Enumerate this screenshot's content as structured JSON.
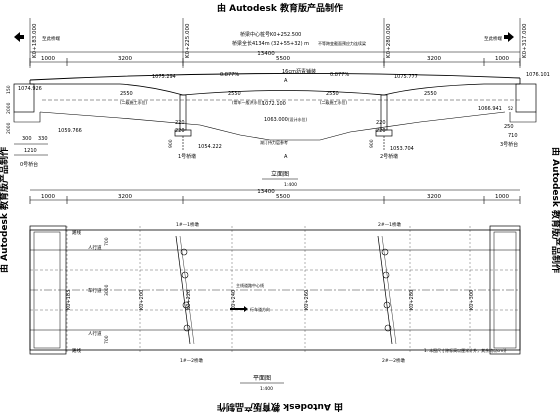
{
  "watermark": {
    "top": "由 Autodesk 教育版产品制作",
    "bottom": "由 Autodesk 教育版产品制作",
    "left": "由 Autodesk 教育版产品制作",
    "right": "由 Autodesk 教育版产品制作"
  },
  "elevation": {
    "top_dims": [
      "1000",
      "3200",
      "5500",
      "3200",
      "1000"
    ],
    "total_span": "13400",
    "center_chainage": "桥梁中心桩号K0+252.500",
    "bridge_spec": "桥梁全长4134m  (32+55+32) m",
    "beam_note": "不等跨变截面预应力连续梁",
    "stake_start": "K0+183.000",
    "stake_pier1": "K0+225.000",
    "stake_pier2": "K0+280.000",
    "stake_end": "K0+317.000",
    "to_left": "至此桥端",
    "to_right": "至此桥端",
    "slope_left": "0.877%",
    "slope_right": "0.877%",
    "span_note": "16cm沥青铺装",
    "deck_left_elev": "1074.926",
    "pier1_top_elev": "1075.294",
    "pier2_top_elev": "1075.777",
    "deck_right_elev": "1076.101",
    "mid_label_1": "(二级施工水位)",
    "mid_label_2": "(常年一般洪水位)",
    "mid_label_3": "(二级施工水位)",
    "mid_elev": "1072.100",
    "bed_elev": "1063.000",
    "bed_note": "(设计水位)",
    "low_elev": "1059.766",
    "left_dims": [
      "300",
      "330",
      "1210"
    ],
    "left_side_dims": [
      "150",
      "2000",
      "2000"
    ],
    "pier_dims": [
      "2550",
      "2550",
      "2550",
      "2550"
    ],
    "pier_height": "220",
    "pier_w": "220",
    "foundation_left": "1054.222",
    "foundation_right": "1053.704",
    "foundation_mid": "湖汀持力层参考",
    "right_elev": "1066.941",
    "right_dims": [
      "250",
      "710"
    ],
    "pier_labels": [
      "0号桥台",
      "1号桥墩",
      "2号桥墩",
      "3号桥台"
    ],
    "pier_code_1": "900",
    "pier_code_2": "900",
    "sec_mark": "A",
    "sub_title": "立面图",
    "sub_scale": "1:400",
    "side_dim_52": "52"
  },
  "plan": {
    "top_dims": [
      "1000",
      "3200",
      "5500",
      "3200",
      "1000"
    ],
    "total_span": "13400",
    "left_dims": [
      "700",
      "3000",
      "700"
    ],
    "lane_labels": [
      "人行道",
      "车行道",
      "人行道"
    ],
    "left_labels": [
      "路线",
      "路线"
    ],
    "centerline": "主线道路中心线",
    "traffic_arrow": "行车道方向",
    "stakes": [
      "K0+183",
      "K0+200",
      "K0+220",
      "K0+240",
      "K0+260",
      "K0+280",
      "K0+300"
    ],
    "pier_top": [
      "1#—1桥墩",
      "2#—1桥墩"
    ],
    "pier_bottom": [
      "1#—2桥墩",
      "2#—2桥墩"
    ],
    "note": "1. 本图尺寸除标高以厘米计外，其余均以cm计",
    "title": "平面图",
    "scale": "1:400"
  }
}
